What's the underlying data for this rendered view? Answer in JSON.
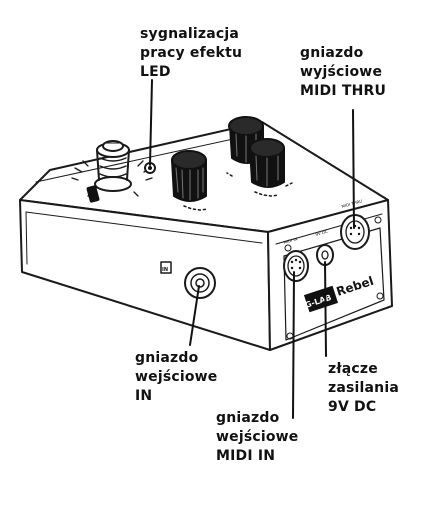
{
  "labels": {
    "led": [
      "sygnalizacja",
      "pracy efektu",
      "LED"
    ],
    "midi_thru": [
      "gniazdo",
      "wyjściowe",
      "MIDI THRU"
    ],
    "input": [
      "gniazdo",
      "wejściowe",
      "IN"
    ],
    "power": [
      "złącze",
      "zasilania",
      "9V DC"
    ],
    "midi_in": [
      "gniazdo",
      "wejściowe",
      "MIDI IN"
    ]
  },
  "device": {
    "brand": "G-LAB",
    "model": "Rebel",
    "jack_in_marker": "IN",
    "midi_in_label": "MIDI IN",
    "power_label": "9V DC",
    "midi_thru_label": "MIDI THRU"
  }
}
